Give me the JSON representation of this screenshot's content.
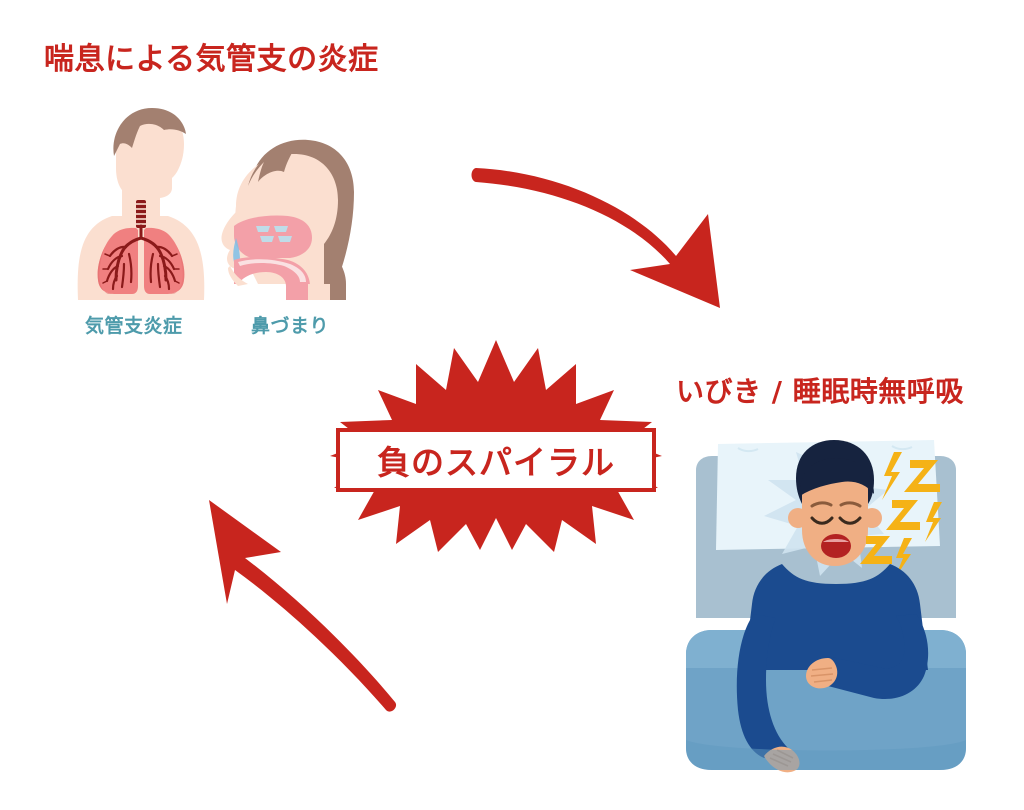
{
  "diagram": {
    "kind": "vicious-cycle",
    "background_color": "#FFFFFF",
    "accent_red": "#C8251E",
    "accent_teal": "#4E9BAB",
    "title": "喘息による気管支の炎症",
    "center_badge": {
      "text": "負のスパイラル",
      "shape": "starburst",
      "fill_color": "#C8251E",
      "band_fill": "#FFFFFF",
      "band_border": "#C8251E"
    },
    "left_node": {
      "heading": "喘息による気管支の炎症",
      "items": [
        {
          "label": "気管支炎症",
          "icon": "lungs-torso-icon",
          "label_color": "#4E9BAB"
        },
        {
          "label": "鼻づまり",
          "icon": "nasal-congestion-head-icon",
          "label_color": "#4E9BAB"
        }
      ]
    },
    "right_node": {
      "label": "いびき / 睡眠時無呼吸",
      "label_color": "#C8251E",
      "icon": "sleeping-man-snoring-icon",
      "snore_marks": [
        "Z",
        "Z",
        "Z"
      ]
    },
    "arrows": [
      {
        "name": "arrow-top-right",
        "direction": "down-right",
        "from": "喘息による気管支の炎症",
        "to": "いびき / 睡眠時無呼吸",
        "color": "#C8251E"
      },
      {
        "name": "arrow-bottom-left",
        "direction": "up-left",
        "from": "いびき / 睡眠時無呼吸",
        "to": "喘息による気管支の炎症",
        "color": "#C8251E"
      }
    ],
    "palette": {
      "skin_light": "#FBDFD0",
      "hair_brown": "#A38070",
      "lung_salmon": "#F08080",
      "bronchi_maroon": "#8B1A1A",
      "nasal_pink": "#F3A0A8",
      "pajama_navy": "#1B4B8F",
      "blanket_blue": "#6FA3C7",
      "headboard_blue": "#A8C0D0",
      "pillow_pale": "#E8F4FA",
      "skin_tan": "#F0AF84",
      "hair_navy": "#16233F",
      "snore_yellow": "#F5B216"
    }
  }
}
